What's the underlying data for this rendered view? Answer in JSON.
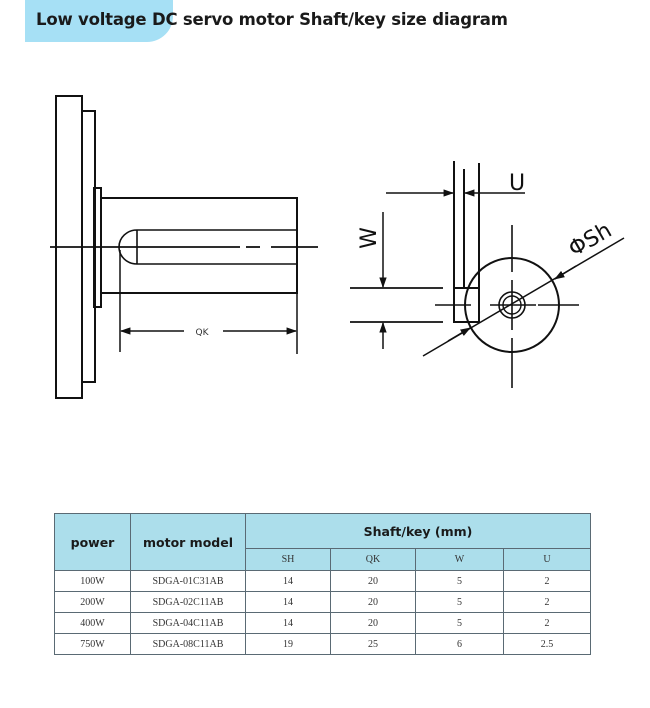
{
  "header": {
    "title": "Low voltage DC servo motor Shaft/key size diagram",
    "accent_color": "#a6e0f5"
  },
  "diagram": {
    "side_view": {
      "dimension_label": "QK"
    },
    "front_view": {
      "labels": {
        "u": "U",
        "w": "W",
        "diameter": "ΦSh"
      }
    }
  },
  "table": {
    "header_color": "#acdeeb",
    "headers": {
      "power": "power",
      "motor_model": "motor model",
      "group": "Shaft/key (mm)"
    },
    "sub_headers": [
      "SH",
      "QK",
      "W",
      "U"
    ],
    "rows": [
      {
        "power": "100W",
        "model": "SDGA-01C31AB",
        "sh": "14",
        "qk": "20",
        "w": "5",
        "u": "2"
      },
      {
        "power": "200W",
        "model": "SDGA-02C11AB",
        "sh": "14",
        "qk": "20",
        "w": "5",
        "u": "2"
      },
      {
        "power": "400W",
        "model": "SDGA-04C11AB",
        "sh": "14",
        "qk": "20",
        "w": "5",
        "u": "2"
      },
      {
        "power": "750W",
        "model": "SDGA-08C11AB",
        "sh": "19",
        "qk": "25",
        "w": "6",
        "u": "2.5"
      }
    ]
  }
}
